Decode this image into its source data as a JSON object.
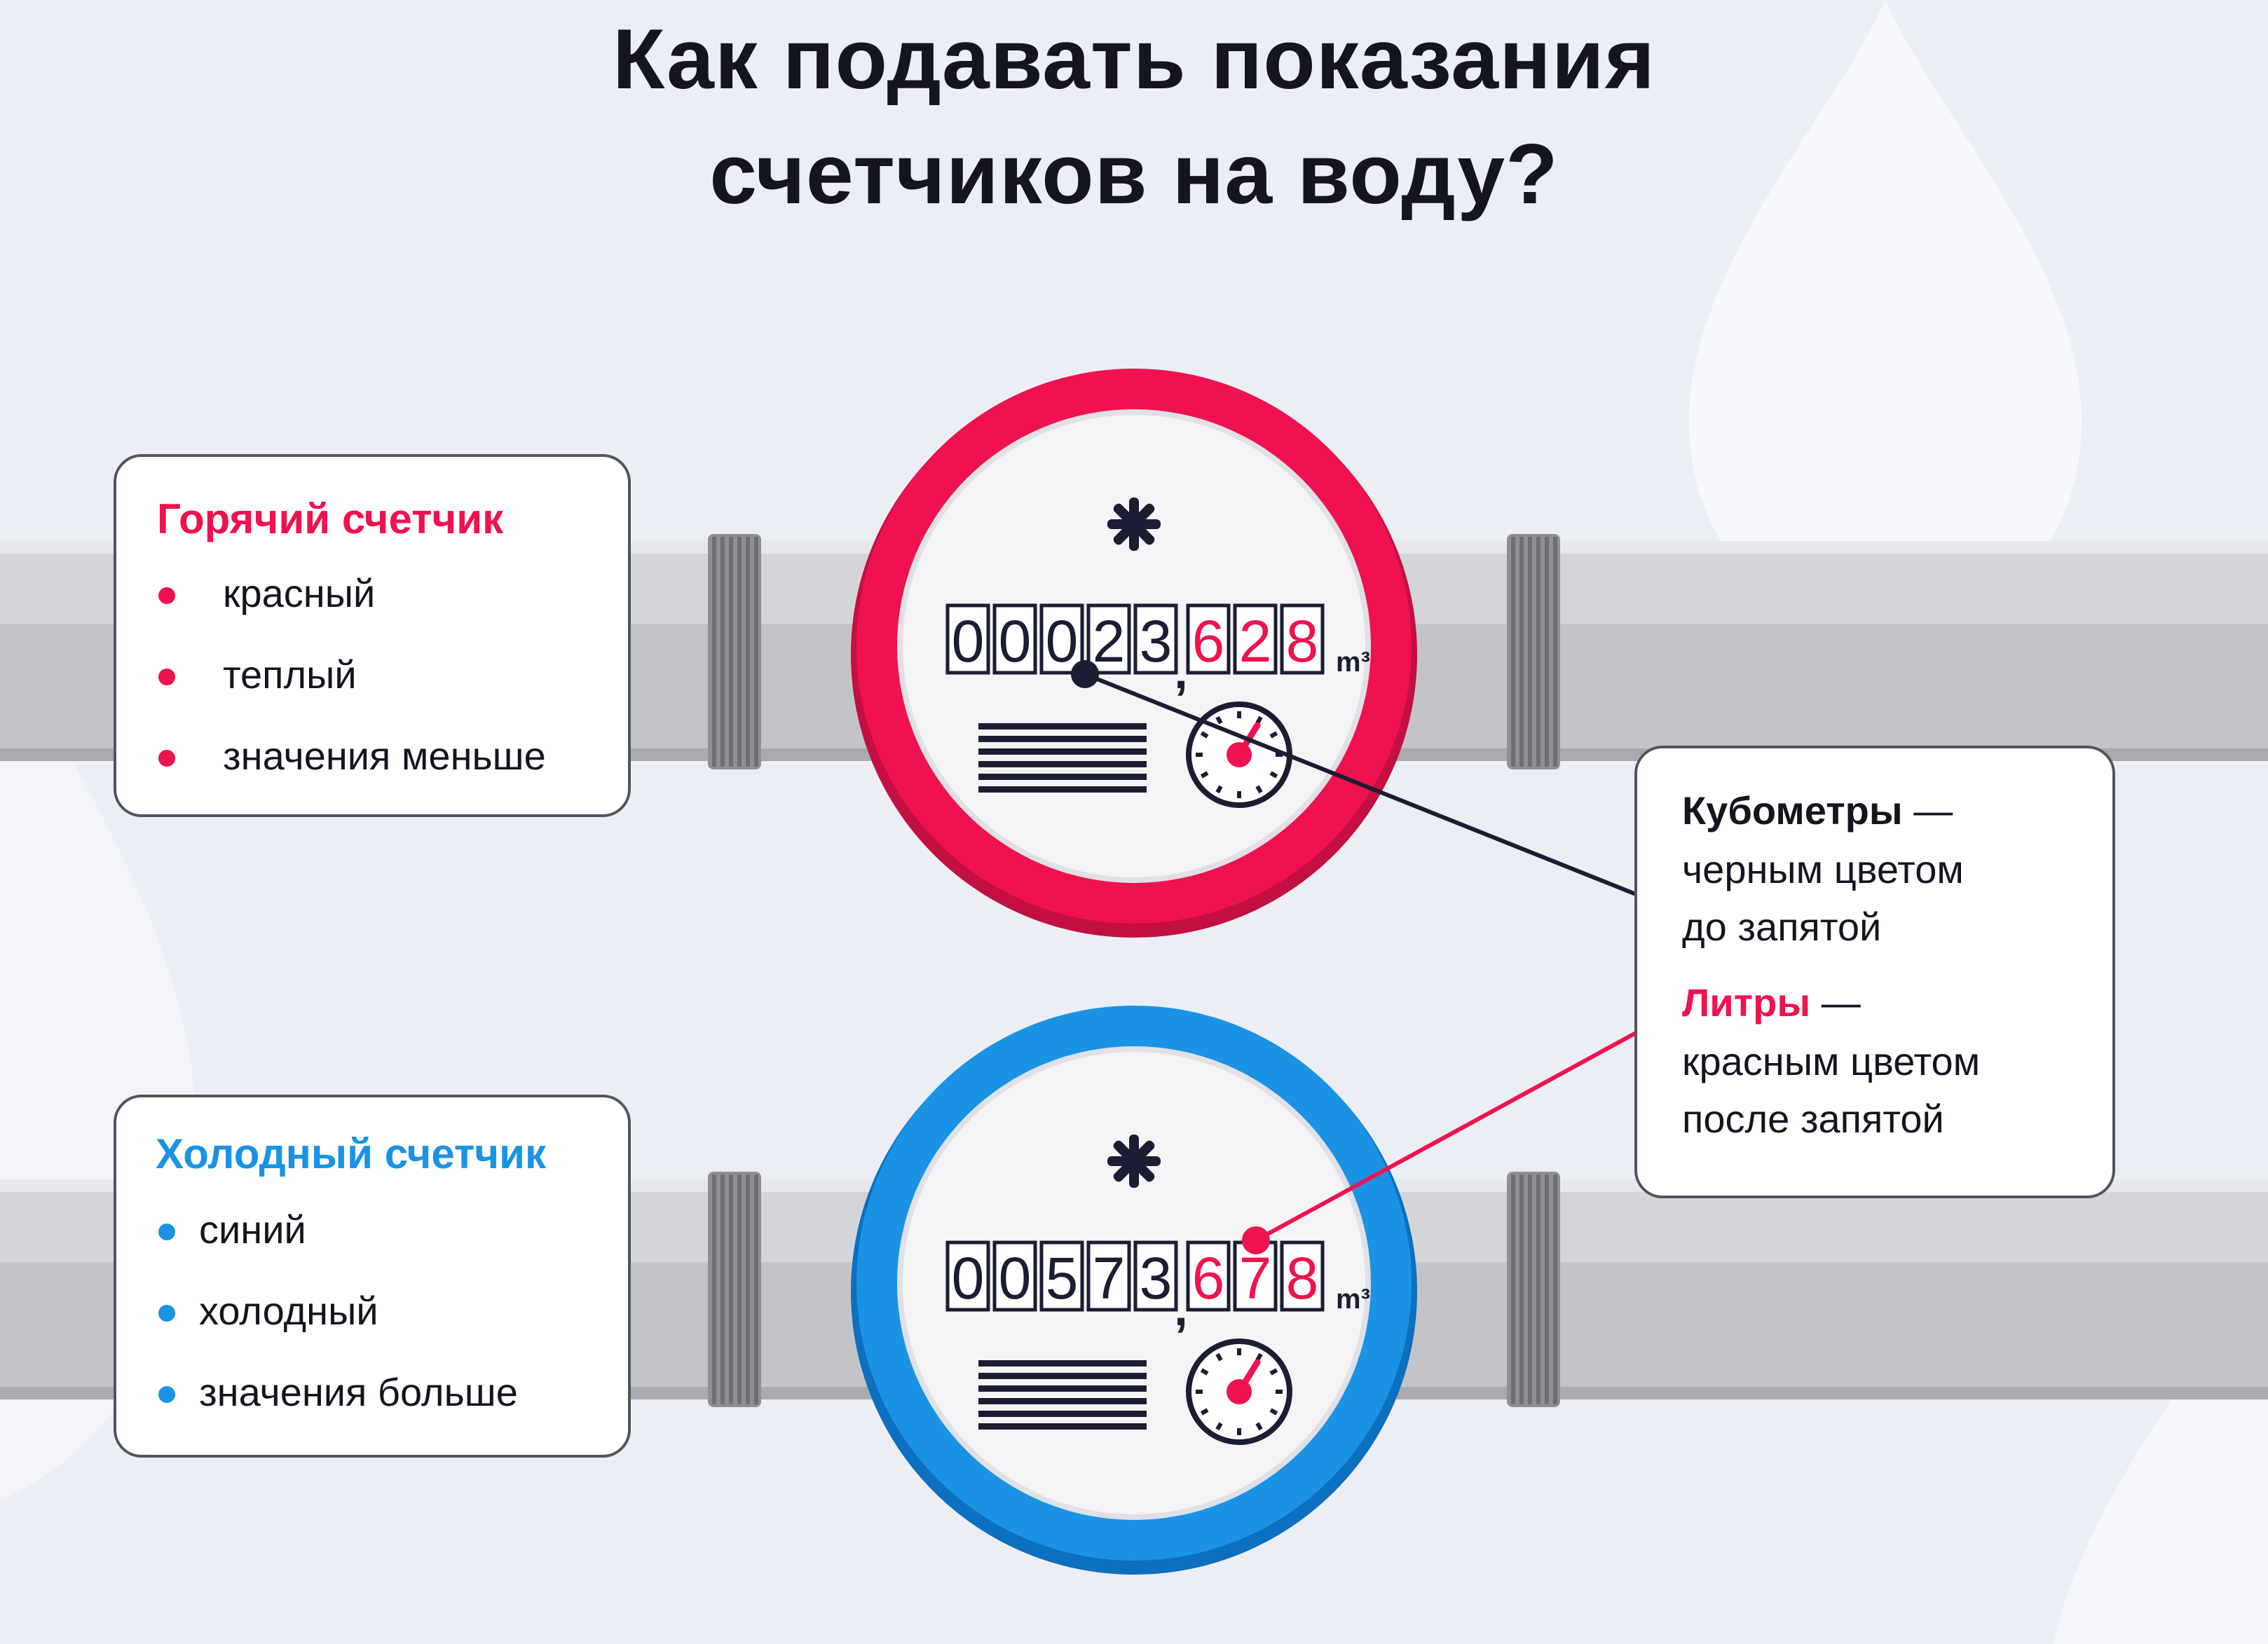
{
  "title": {
    "line1": "Как подавать показания",
    "line2": "счетчиков на воду?"
  },
  "colors": {
    "hot": "#f0124f",
    "cold": "#1a93e4",
    "dark": "#1b1e33",
    "background": "#eceef6"
  },
  "hot_card": {
    "title": "Горячий счетчик",
    "items": [
      "красный",
      "теплый",
      "значения меньше"
    ]
  },
  "cold_card": {
    "title": "Холодный счетчик",
    "items": [
      "синий",
      "холодный",
      "значения больше"
    ]
  },
  "info_card": {
    "cubic_label": "Кубометры",
    "cubic_dash": " —",
    "cubic_line2": "черным цветом",
    "cubic_line3": "до запятой",
    "liters_label": "Литры",
    "liters_dash": " —",
    "liters_line2": "красным цветом",
    "liters_line3": "после запятой"
  },
  "hot_meter": {
    "digits_black": [
      "0",
      "0",
      "0",
      "2",
      "3"
    ],
    "digits_red": [
      "6",
      "2",
      "8"
    ],
    "unit": "m³",
    "icon": "asterisk-icon"
  },
  "cold_meter": {
    "digits_black": [
      "0",
      "0",
      "5",
      "7",
      "3"
    ],
    "digits_red": [
      "6",
      "7",
      "8"
    ],
    "unit": "m³",
    "icon": "asterisk-icon"
  }
}
